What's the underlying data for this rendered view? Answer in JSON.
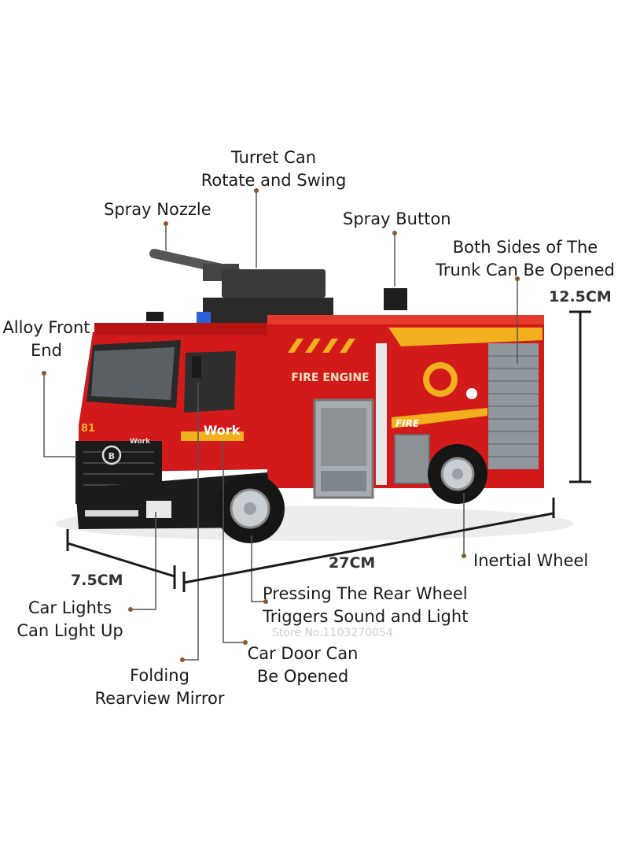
{
  "labels": {
    "turret": [
      "Turret Can",
      "Rotate and Swing"
    ],
    "nozzle": "Spray Nozzle",
    "spray_button": "Spray Button",
    "trunk": [
      "Both Sides of The",
      "Trunk Can Be Opened"
    ],
    "front_end": [
      "Alloy Front",
      "End"
    ],
    "inertial_wheel": "Inertial Wheel",
    "rear_wheel": [
      "Pressing The Rear Wheel",
      "Triggers Sound and Light"
    ],
    "lights": [
      "Car Lights",
      "Can Light Up"
    ],
    "door": [
      "Car Door Can",
      "Be Opened"
    ],
    "mirror": [
      "Folding",
      "Rearview Mirror"
    ]
  },
  "dimensions": {
    "height": "12.5CM",
    "length": "27CM",
    "width": "7.5CM"
  },
  "truck_text": {
    "fire_engine": "FIRE ENGINE",
    "work": "Work",
    "number": "81",
    "fire": "FIRE",
    "brand": "B",
    "cab_work": "Work"
  },
  "watermark": "Store No.1103270054",
  "colors": {
    "truck_red": "#d21a1a",
    "dark_red": "#a80f0f",
    "stripe_yellow": "#f2b01e",
    "black": "#1b1b1b",
    "grey": "#9aa0a6"
  }
}
